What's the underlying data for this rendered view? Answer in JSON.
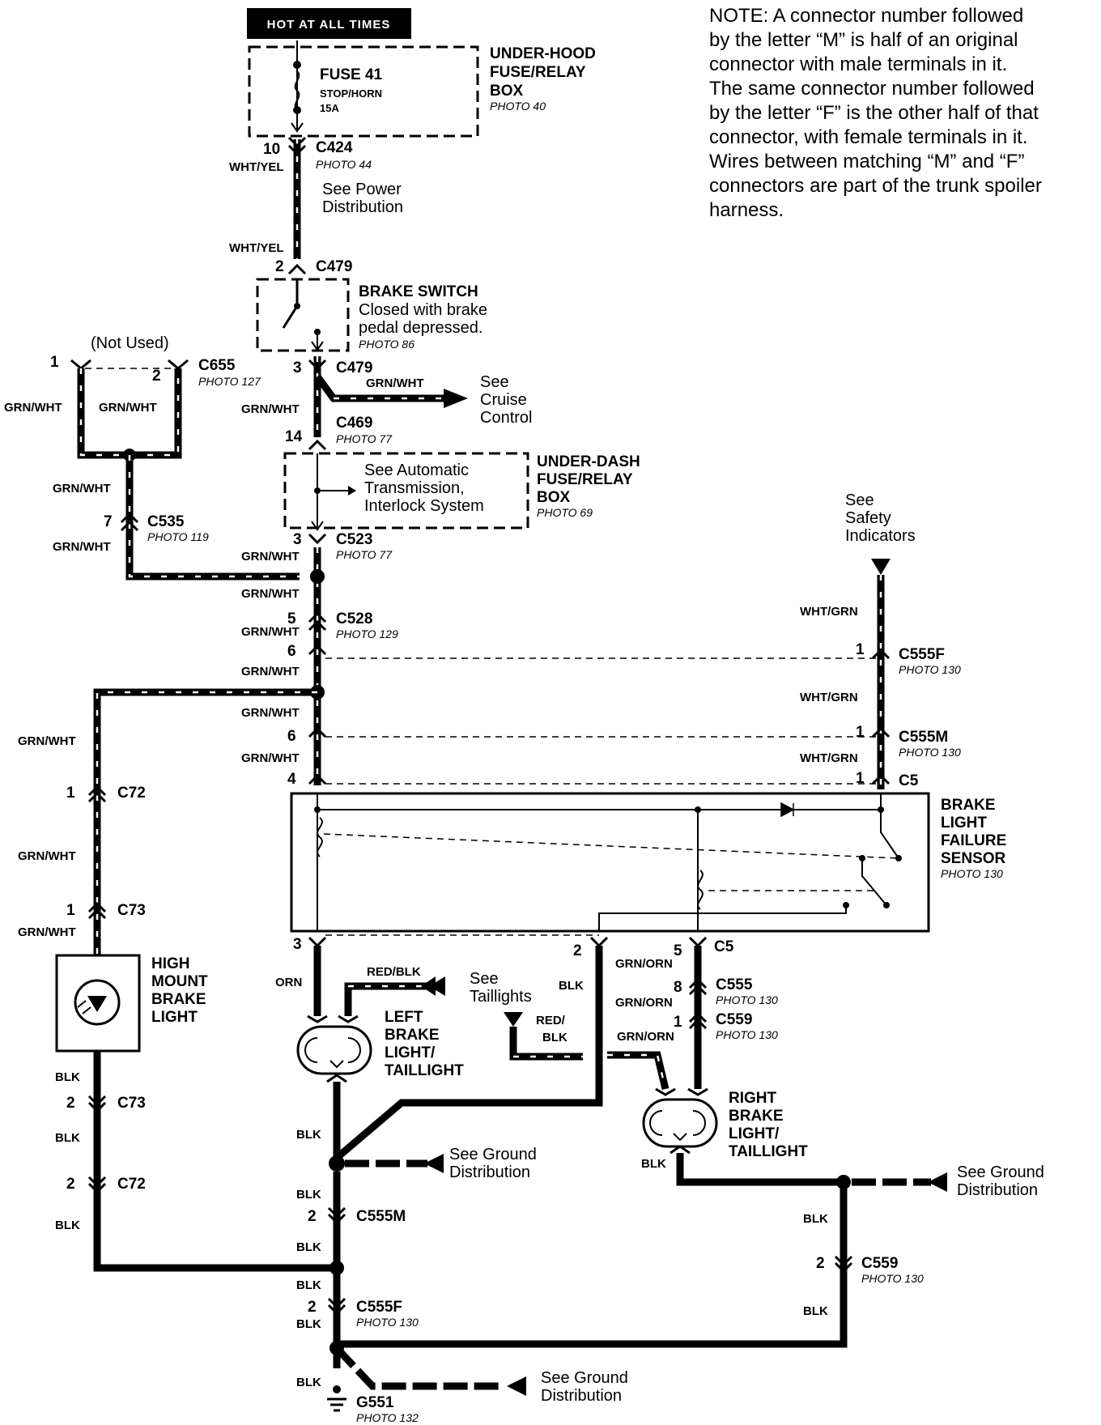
{
  "hot_at_all_times": "HOT AT ALL TIMES",
  "note": [
    "NOTE: A connector number followed",
    "by the letter “M” is half of an original",
    "connector with male terminals in it.",
    "The same connector number followed",
    "by the letter “F” is the other half of that",
    "connector, with female terminals in it.",
    "Wires between matching “M” and “F”",
    "connectors are part of the trunk spoiler",
    "harness."
  ],
  "components": {
    "underhood_box": [
      "UNDER-HOOD",
      "FUSE/RELAY",
      "BOX"
    ],
    "underhood_photo": "PHOTO 40",
    "fuse_name": "FUSE 41",
    "fuse_desc": "STOP/HORN",
    "fuse_rating": "15A",
    "brake_switch_name": "BRAKE SWITCH",
    "brake_switch_desc": [
      "Closed with brake",
      "pedal depressed."
    ],
    "brake_switch_photo": "PHOTO 86",
    "underdash_box": [
      "UNDER-DASH",
      "FUSE/RELAY",
      "BOX"
    ],
    "underdash_photo": "PHOTO 69",
    "see_at": [
      "See Automatic",
      "Transmission,",
      "Interlock System"
    ],
    "see_cruise": [
      "See",
      "Cruise",
      "Control"
    ],
    "see_power": [
      "See Power",
      "Distribution"
    ],
    "see_safety": [
      "See",
      "Safety",
      "Indicators"
    ],
    "see_taillights": [
      "See",
      "Taillights"
    ],
    "see_ground": [
      "See Ground",
      "Distribution"
    ],
    "not_used": "(Not Used)",
    "failure_sensor": [
      "BRAKE",
      "LIGHT",
      "FAILURE",
      "SENSOR"
    ],
    "failure_sensor_photo": "PHOTO 130",
    "high_mount": [
      "HIGH",
      "MOUNT",
      "BRAKE",
      "LIGHT"
    ],
    "left_light": [
      "LEFT",
      "BRAKE",
      "LIGHT/",
      "TAILLIGHT"
    ],
    "right_light": [
      "RIGHT",
      "BRAKE",
      "LIGHT/",
      "TAILLIGHT"
    ],
    "ground": "G551",
    "ground_photo": "PHOTO 132"
  },
  "connectors": {
    "c424": "C424",
    "c424_photo": "PHOTO 44",
    "c479": "C479",
    "c655": "C655",
    "c655_photo": "PHOTO 127",
    "c469": "C469",
    "c469_photo": "PHOTO 77",
    "c535": "C535",
    "c535_photo": "PHOTO 119",
    "c523": "C523",
    "c523_photo": "PHOTO 77",
    "c528": "C528",
    "c528_photo": "PHOTO 129",
    "c555f": "C555F",
    "c555f_photo": "PHOTO 130",
    "c555m": "C555M",
    "c555m_photo": "PHOTO 130",
    "c5": "C5",
    "c72": "C72",
    "c73": "C73",
    "c555": "C555",
    "c555_photo": "PHOTO 130",
    "c559": "C559",
    "c559_photo": "PHOTO 130"
  },
  "pins": {
    "p10": "10",
    "p2": "2",
    "p3": "3",
    "p1": "1",
    "p14": "14",
    "p7": "7",
    "p5": "5",
    "p6": "6",
    "p4": "4",
    "p8": "8"
  },
  "wires": {
    "wht_yel": "WHT/YEL",
    "grn_wht": "GRN/WHT",
    "wht_grn": "WHT/GRN",
    "orn": "ORN",
    "red_blk": "RED/BLK",
    "red": "RED/",
    "blk": "BLK",
    "grn_orn": "GRN/ORN"
  }
}
